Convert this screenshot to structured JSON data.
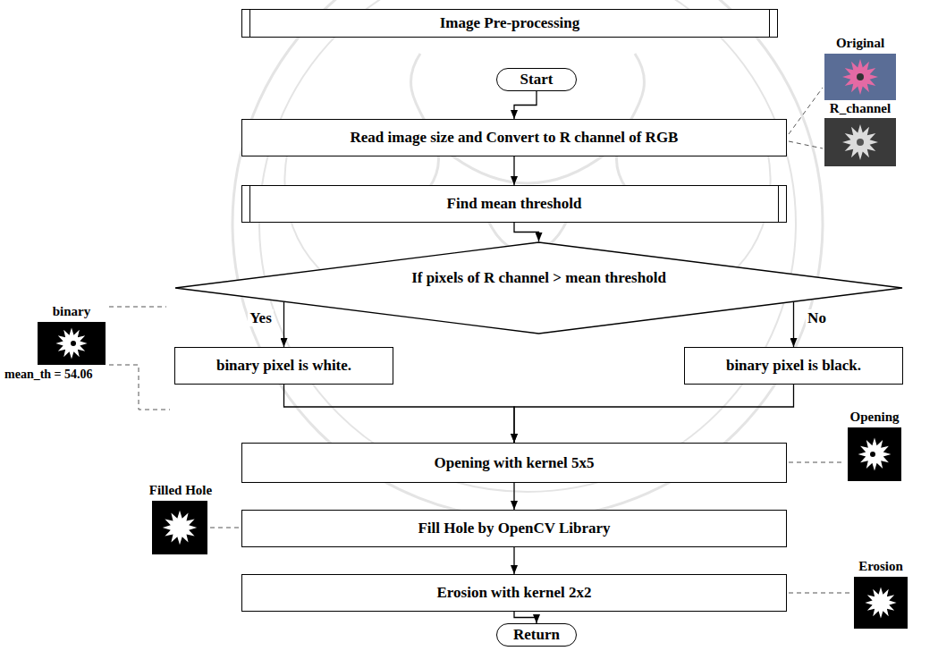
{
  "diagram": {
    "nodes": [
      {
        "text": [
          "Image Pre-processing"
        ]
      },
      {
        "text": [
          "Start"
        ]
      },
      {
        "text": [
          "Read image size and Convert to R channel of RGB"
        ]
      },
      {
        "text": [
          "Find mean threshold"
        ]
      },
      {
        "text": [
          "If pixels of R channel > mean threshold"
        ]
      },
      {
        "text": [
          "binary pixel is white."
        ]
      },
      {
        "text": [
          "binary pixel is black."
        ]
      },
      {
        "text": [
          "Opening with kernel 5x5"
        ]
      },
      {
        "text": [
          "Fill Hole by OpenCV Library"
        ]
      },
      {
        "text": [
          "Erosion with kernel 2x2"
        ]
      },
      {
        "text": [
          "Return"
        ]
      }
    ],
    "edges": [
      {
        "from": 1,
        "to": 2,
        "arrow": "to"
      },
      {
        "from": 2,
        "to": 3,
        "arrow": "to"
      },
      {
        "from": 3,
        "to": 4,
        "arrow": "to"
      },
      {
        "from": 4,
        "to": 5,
        "label": "Yes",
        "arrow": "to"
      },
      {
        "from": 4,
        "to": 6,
        "label": "No",
        "arrow": "to"
      },
      {
        "from": 5,
        "to": 7,
        "arrow": "to"
      },
      {
        "from": 6,
        "to": 7,
        "arrow": "to"
      },
      {
        "from": 7,
        "to": 8,
        "arrow": "to"
      },
      {
        "from": 8,
        "to": 9,
        "arrow": "to"
      },
      {
        "from": 9,
        "to": 10,
        "arrow": "to"
      }
    ],
    "labels": [
      "Original",
      "R_channel",
      "binary",
      "mean_th = 54.06",
      "Opening",
      "Filled Hole",
      "Erosion"
    ]
  }
}
